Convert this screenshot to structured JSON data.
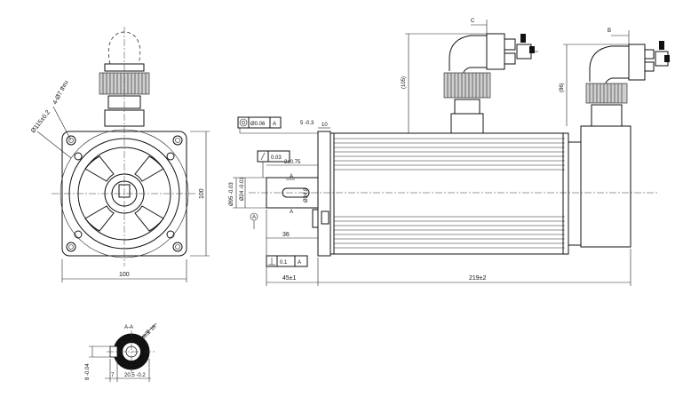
{
  "labels": {
    "dia_flange": "Ø115±0.2",
    "holes": "4-Ø7 thru",
    "width_front": "100",
    "height_front": "100",
    "dia_shaft_tol": "Ø95 -0.03",
    "dia_shaft2": "Ø24 -0.01",
    "dia_24": "Ø24.8",
    "dim_36": "36",
    "dim_45": "45±1",
    "dim_219": "219±2",
    "dim_10": "10",
    "dim_5": "5 -0.3",
    "dim_2": "2±0.75",
    "dim_105": "(105)",
    "dim_86": "(86)",
    "dim_8": "8 -0.04",
    "dim_7": "7",
    "dim_20": "20.5 -0.2",
    "thread": "M8深 16",
    "section": "A-A",
    "view_c": "C",
    "view_b": "B",
    "datum_a": "A",
    "gdt1_val": "Ø0.06",
    "gdt1_ref": "A",
    "gdt2_val": "0.03",
    "gdt3_val": "0.1",
    "gdt3_ref": "A",
    "sec_a_top": "A",
    "sec_a_bot": "A"
  }
}
